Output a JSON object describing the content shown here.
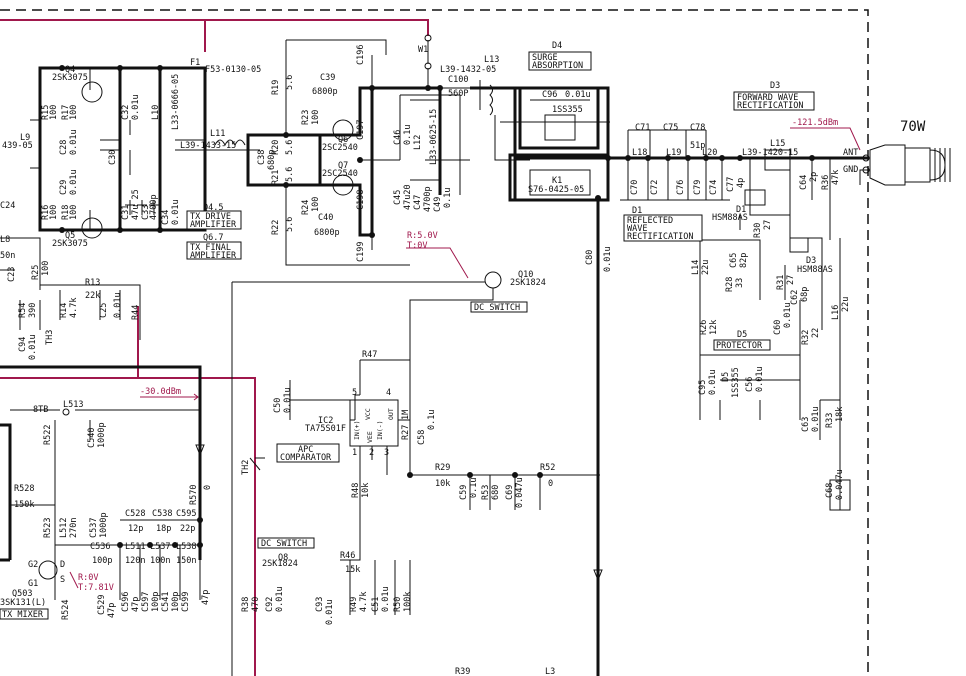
{
  "power_label": "70W",
  "levels": {
    "ant_level": "-121.5dBm",
    "mixer_level": "-30.0dBm",
    "dc_switch_voltage_r": "R:5.0V",
    "dc_switch_voltage_t": "T:0V",
    "mixer_voltage_r": "R:0V",
    "mixer_voltage_t": "T:7.81V"
  },
  "blocks": {
    "tx_drive": "TX DRIVE",
    "tx_drive_2": "AMPLIFIER",
    "q45": "Q4.5",
    "tx_final": "TX FINAL",
    "tx_final_2": "AMPLIFIER",
    "q67": "Q6.7",
    "surge_d4": "D4",
    "surge_1": "SURGE",
    "surge_2": "ABSORPTION",
    "fwd_d3": "D3",
    "fwd_1": "FORWARD WAVE",
    "fwd_2": "RECTIFICATION",
    "refl_d1": "D1",
    "refl_1": "REFLECTED",
    "refl_2": "WAVE",
    "refl_3": "RECTIFICATION",
    "dc_switch_top": "DC SWITCH",
    "apc_1": "APC",
    "apc_2": "COMPARATOR",
    "protector_d5": "D5",
    "protector": "PROTECTOR",
    "dc_switch_bottom": "DC SWITCH",
    "tx_mixer": "TX MIXER"
  },
  "components": {
    "f1": "F1",
    "f1_part": "F53-0130-05",
    "w1": "W1",
    "l13": "L13",
    "l13_part": "L39-1432-05",
    "c100": "C100",
    "c100_val": "560P",
    "d4_part": "1SS355",
    "c96": "C96",
    "c96_val": "0.01u",
    "k1": "K1",
    "k1_part": "S76-0425-05",
    "q4": "Q4",
    "q4_part": "2SK3075",
    "q5": "Q5",
    "q5_part": "2SK3075",
    "r15": "R15",
    "r15_val": "100",
    "r17": "R17",
    "r17_val": "100",
    "r16": "R16",
    "r16_val": "100",
    "r18": "R18",
    "r18_val": "100",
    "c28": "C28",
    "c28_val": "0.01u",
    "c29": "C29",
    "c29_val": "0.01u",
    "c30": "C30",
    "c32": "C32",
    "c32_val": "0.01u",
    "c31": "C31",
    "c31_val": "47u 25",
    "c33": "C33",
    "c33_val": "4700p",
    "c34": "C34",
    "c34_val": "0.01u",
    "l10": "L10",
    "l10_part": "L33-0666-05",
    "l9": "L9",
    "l9_part": "439-05",
    "l11": "L11",
    "l11_part": "L39-1433-15",
    "r19": "R19",
    "r19_val": "5.6",
    "c39": "C39",
    "c39_val": "6800p",
    "r23": "R23",
    "r23_val": "100",
    "c196": "C196",
    "c197": "C197",
    "c198": "C198",
    "c199": "C199",
    "c38": "C38",
    "c38_val": "680p",
    "r20": "R20",
    "r20_val": "5.6",
    "r21": "R21",
    "r21_val": "5.6",
    "q6": "Q6",
    "q6_part": "2SC2540",
    "q7": "Q7",
    "q7_part": "2SC2540",
    "r24": "R24",
    "r24_val": "100",
    "c40": "C40",
    "c40_val": "6800p",
    "r22": "R22",
    "r22_val": "5.6",
    "c46": "C46",
    "c46_val": "0.1u",
    "l12": "L12",
    "l12_part": "L33-0625-15",
    "c45": "C45",
    "c45_val": "47u20",
    "c47": "C47",
    "c47_val": "4700p",
    "c49": "C49",
    "c49_val": "0.1u",
    "c71": "C71",
    "c75": "C75",
    "c78": "C78",
    "c78_val": "51p",
    "l18": "L18",
    "l19": "L19",
    "l20": "L20",
    "c70": "C70",
    "c72": "C72",
    "c76": "C76",
    "c79": "C79",
    "c74": "C74",
    "c77": "C77",
    "c77_val": "4p",
    "l15": "L15",
    "l15_part": "L39-1420-15",
    "c64": "C64",
    "c64_val": "2p",
    "r36": "R36",
    "r36_val": "47k",
    "ant": "ANT",
    "gnd": "GND",
    "d1_part": "HSM88AS",
    "r30": "R30",
    "r30_val": "27",
    "d3_part": "HSM88AS",
    "r31": "R31",
    "r31_val": "27",
    "c62": "C62",
    "c62_val": "68p",
    "l16": "L16",
    "l16_val": "22u",
    "c80": "C80",
    "c80_val": "0.01u",
    "l14": "L14",
    "l14_val": "22u",
    "c65": "C65",
    "c65_val": "82p",
    "r28": "R28",
    "r28_val": "33",
    "r26": "R26",
    "r26_val": "12k",
    "c60": "C60",
    "c60_val": "0.01u",
    "r32": "R32",
    "r32_val": "22",
    "c95": "C95",
    "c95_val": "0.01u",
    "d5_part": "1SS355",
    "c56": "C56",
    "c56_val": "0.01u",
    "c63": "C63",
    "c63_val": "0.01u",
    "r33": "R33",
    "r33_val": "18k",
    "c68": "C68",
    "c68_val": "0.047u",
    "q10": "Q10",
    "q10_part": "2SK1824",
    "r47": "R47",
    "ic2": "IC2",
    "ic2_part": "TA75S01F",
    "ic_in_p": "IN(+)",
    "ic_in_m": "IN(-)",
    "ic_vcc": "VCC",
    "ic_vee": "VEE",
    "ic_out": "OUT",
    "pin5": "5",
    "pin4": "4",
    "pin1": "1",
    "pin2": "2",
    "pin3": "3",
    "r27": "R27",
    "r27_val": "1M",
    "c58": "C58",
    "c58_val": "0.1u",
    "c50": "C50",
    "c50_val": "0.01u",
    "th2": "TH2",
    "r48": "R48",
    "r48_val": "10k",
    "r29": "R29",
    "r29_val": "10k",
    "c59": "C59",
    "c59_val": "0.1u",
    "r53": "R53",
    "r53_val": "680",
    "c69": "C69",
    "c69_val": "0.047u",
    "r52": "R52",
    "r52_val": "0",
    "q8": "Q8",
    "q8_part": "2SK1824",
    "r46": "R46",
    "r46_val": "15k",
    "r38": "R38",
    "r38_val": "470",
    "c92": "C92",
    "c92_val": "0.01u",
    "c93": "C93",
    "c93_val": "0.01u",
    "r49": "R49",
    "r49_val": "4.7k",
    "c51": "C51",
    "c51_val": "0.01u",
    "r50": "R50",
    "r50_val": "100k",
    "r39": "R39",
    "l3": "L3",
    "c24": "C24",
    "l8": "L8",
    "l8_val": "50n",
    "c23": "C23",
    "r25": "R25",
    "r25_val": "100",
    "r13": "R13",
    "r13_val": "22k",
    "r54": "R54",
    "r54_val": "390",
    "r14": "R14",
    "r14_val": "4.7k",
    "c25": "C25",
    "c25_val": "0.01u",
    "r44": "R44",
    "c94": "C94",
    "c94_val": "0.01u",
    "th3": "TH3",
    "btb": "8TB",
    "l513": "L513",
    "r522": "R522",
    "c540": "C540",
    "c540_val": "1000p",
    "r528": "R528",
    "r528_val": "150k",
    "r523": "R523",
    "l512": "L512",
    "l512_val": "270n",
    "c537": "C537",
    "c537_val": "1000p",
    "c528": "C528",
    "c528_val": "12p",
    "c538": "C538",
    "c538_val": "18p",
    "c595": "C595",
    "c595_val": "22p",
    "r570": "R570",
    "r570_val": "0",
    "c536": "C536",
    "c536_val": "100p",
    "l511": "L511",
    "l511_val": "120n",
    "l537": "L537",
    "l537_val": "100n",
    "l538": "L538",
    "l538_val": "150n",
    "g2": "G2",
    "g1": "G1",
    "pin_d": "D",
    "pin_s": "S",
    "q503": "Q503",
    "q503_part": "3SK131(L)",
    "r524": "R524",
    "c529": "C529",
    "c529_val": "47p",
    "c596": "C596",
    "c596_val": "47p",
    "c597": "C597",
    "c597_val": "100p",
    "c541": "C541",
    "c541_val": "100p",
    "c599": "C599",
    "c599_val": "47p"
  }
}
